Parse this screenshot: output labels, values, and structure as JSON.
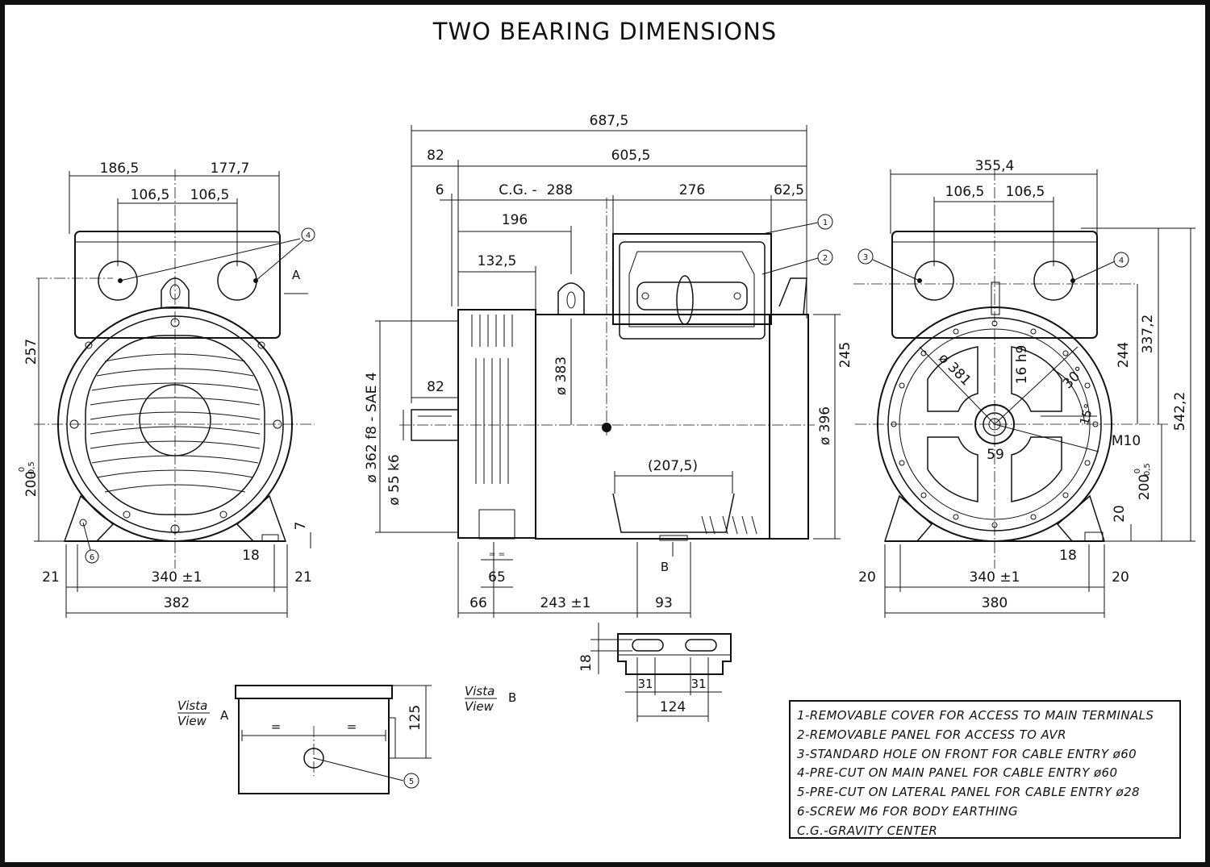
{
  "title": "TWO BEARING DIMENSIONS",
  "front_view": {
    "dims": {
      "left_top": "186,5",
      "right_top": "177,7",
      "hole_left": "106,5",
      "hole_right": "106,5",
      "height_top": "257",
      "height_bottom": "200",
      "tol_upper": "0",
      "tol_lower": "-0,5",
      "margin_left": "21",
      "base": "340 ±1",
      "margin_right": "21",
      "foot": "18",
      "foot_h": "7",
      "overall": "382"
    },
    "view_marker": "A",
    "callouts": [
      "4",
      "6"
    ]
  },
  "side_view": {
    "dims": {
      "overall": "687,5",
      "shaft_len": "82",
      "body_len": "605,5",
      "flange": "6",
      "cg": "C.G. -",
      "cg_value": "288",
      "box_len": "276",
      "rear": "62,5",
      "d196": "196",
      "d132": "132,5",
      "shaft_ext": "82",
      "d383": "ø 383",
      "d396": "ø 396",
      "flange_d": "ø 362  f8 - SAE 4",
      "shaft_d": "ø 55  k6",
      "foot_span": "(207,5)",
      "height": "245",
      "holes": "= =",
      "d65": "65",
      "d66": "66",
      "d243": "243 ±1",
      "d93": "93"
    },
    "view_marker": "B",
    "callouts": [
      "1",
      "2"
    ]
  },
  "rear_view": {
    "dims": {
      "overall": "355,4",
      "hole_left": "106,5",
      "hole_right": "106,5",
      "d381": "ø 381",
      "keyway": "16 h9",
      "angle30": "30°",
      "angle15": "15°",
      "m10": "M10",
      "d59": "59",
      "d244": "244",
      "d337": "337,2",
      "d542": "542,2",
      "height_bottom": "200",
      "tol_upper": "0",
      "tol_lower": "-0,5",
      "foot_h": "20",
      "foot": "18",
      "margin_left": "20",
      "base": "340 ±1",
      "margin_right": "20",
      "base_overall": "380"
    },
    "callouts": [
      "3",
      "4"
    ]
  },
  "foot_detail": {
    "dims": {
      "height": "18",
      "slot_left": "31",
      "slot_right": "31",
      "span": "124"
    }
  },
  "vista_a": {
    "label_top": "Vista",
    "label_bottom": "View",
    "letter": "A",
    "dims": {
      "height": "125",
      "eq_left": "=",
      "eq_right": "="
    },
    "callout": "5"
  },
  "vista_b": {
    "label_top": "Vista",
    "label_bottom": "View",
    "letter": "B"
  },
  "notes": [
    "1-REMOVABLE COVER  FOR ACCESS TO MAIN TERMINALS",
    "2-REMOVABLE PANEL FOR ACCESS TO AVR",
    "3-STANDARD HOLE ON FRONT FOR CABLE ENTRY ø60",
    "4-PRE-CUT ON MAIN PANEL FOR CABLE ENTRY ø60",
    "5-PRE-CUT ON LATERAL PANEL FOR CABLE ENTRY ø28",
    "6-SCREW M6 FOR BODY EARTHING",
    "C.G.-GRAVITY CENTER"
  ]
}
